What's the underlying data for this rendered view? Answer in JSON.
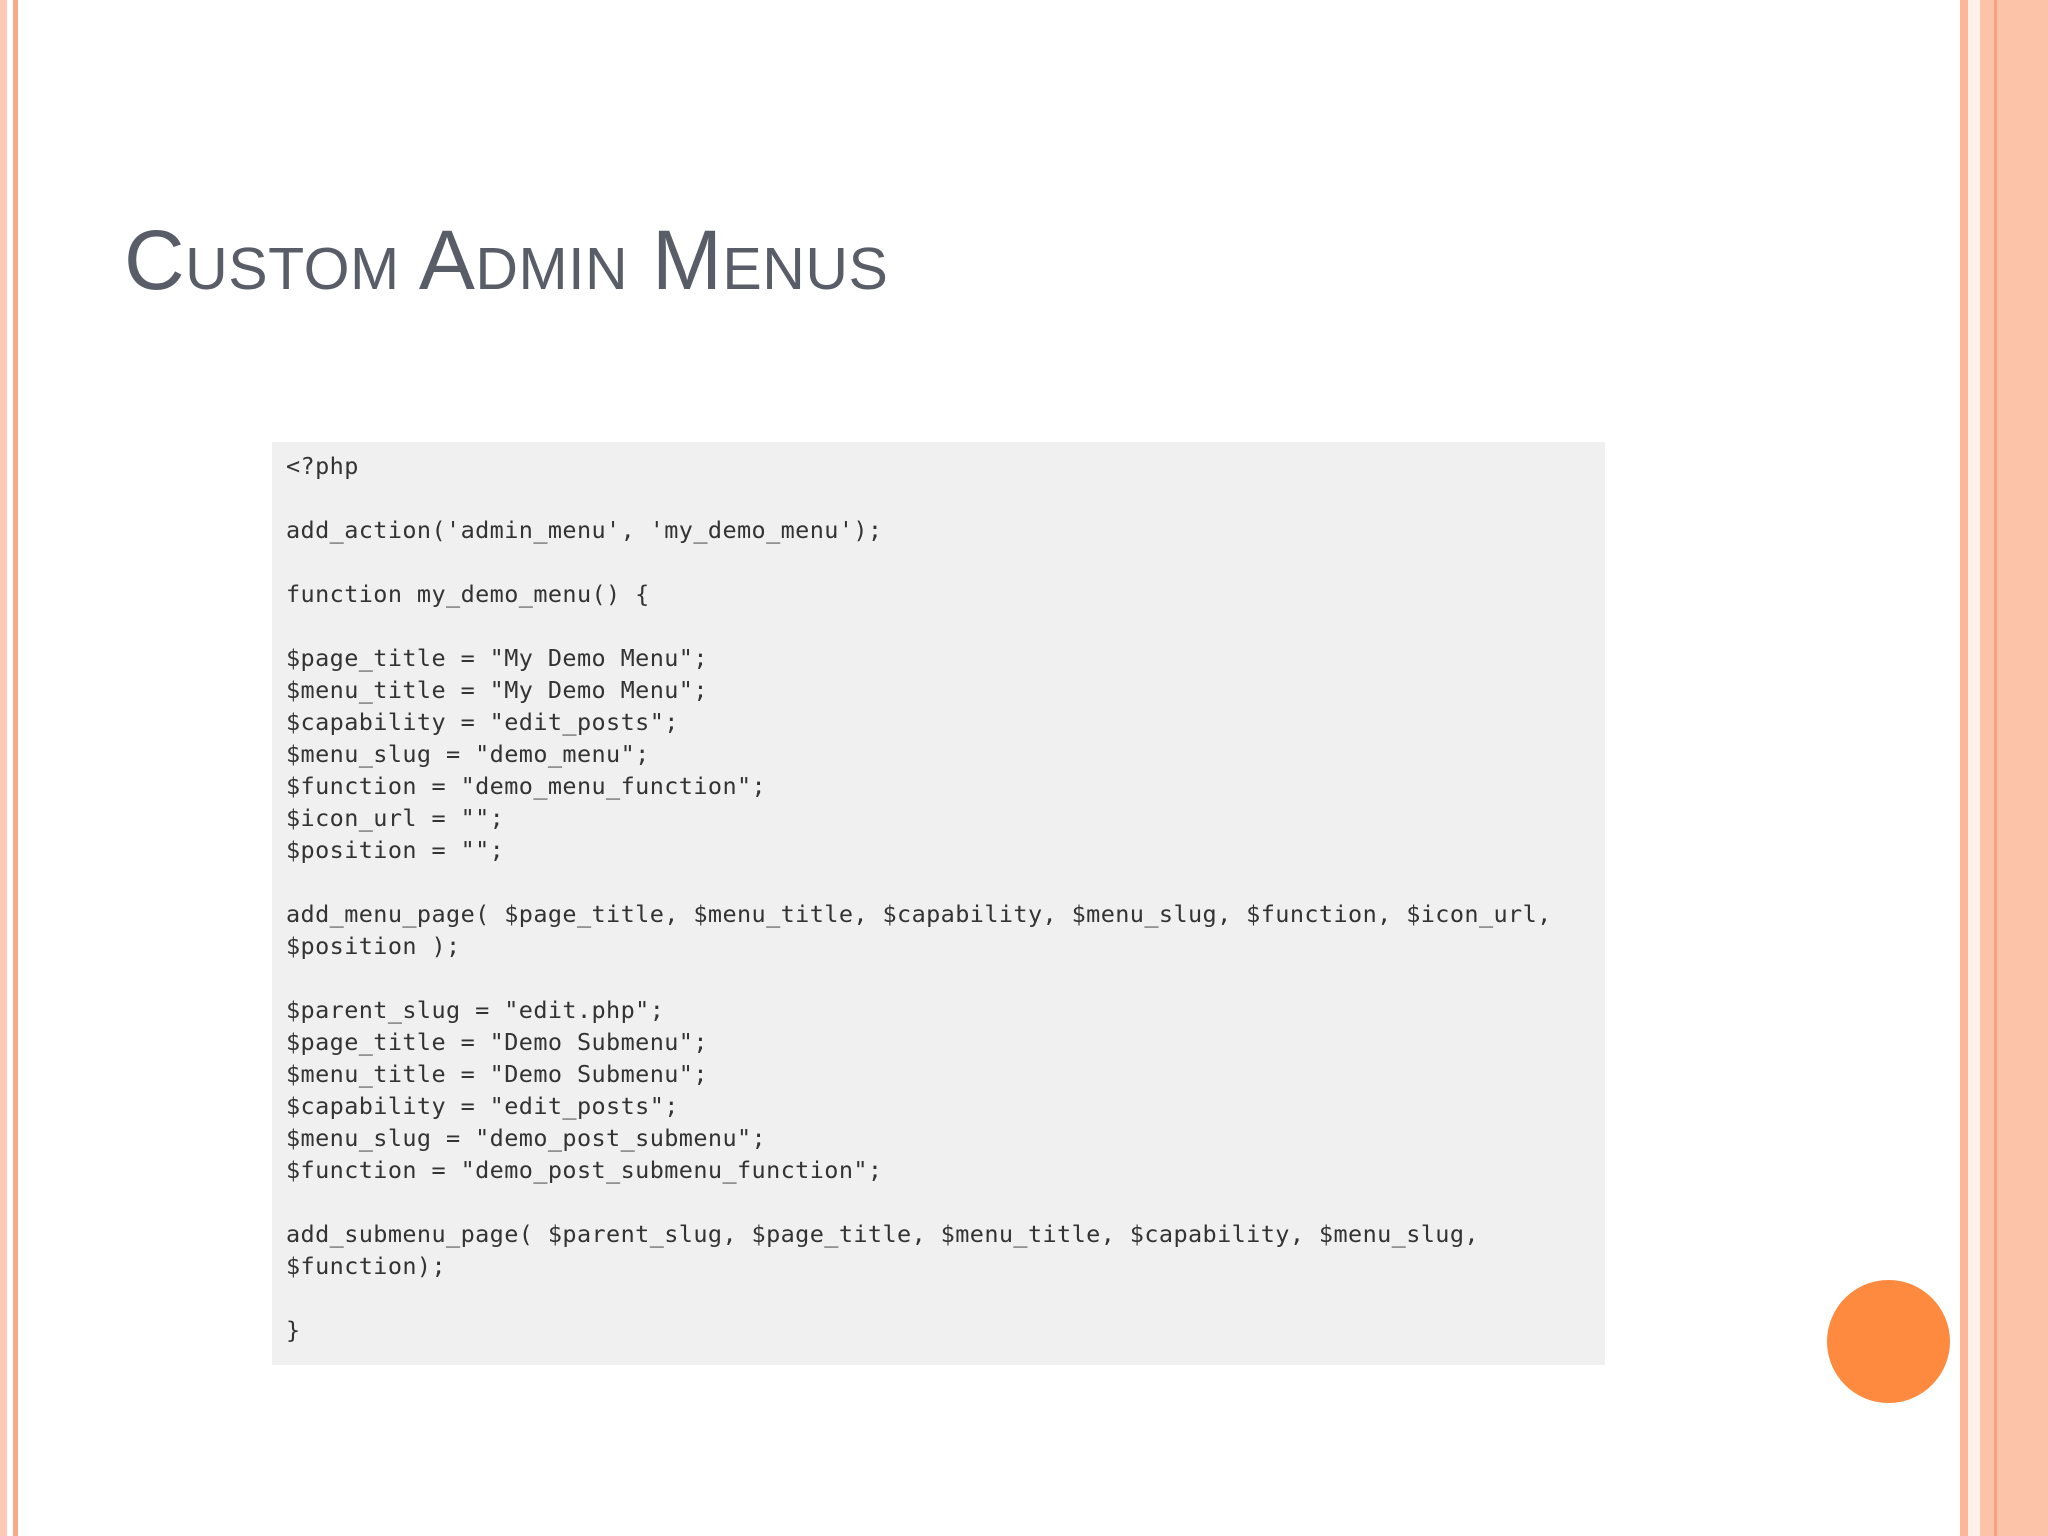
{
  "slide": {
    "title": "Custom Admin Menus"
  },
  "code": {
    "language": "php",
    "lines": [
      "<?php",
      "",
      "add_action('admin_menu', 'my_demo_menu');",
      "",
      "function my_demo_menu() {",
      "",
      "$page_title = \"My Demo Menu\";",
      "$menu_title = \"My Demo Menu\";",
      "$capability = \"edit_posts\";",
      "$menu_slug = \"demo_menu\";",
      "$function = \"demo_menu_function\";",
      "$icon_url = \"\";",
      "$position = \"\";",
      "",
      "add_menu_page( $page_title, $menu_title, $capability, $menu_slug, $function, $icon_url,",
      "$position );",
      "",
      "$parent_slug = \"edit.php\";",
      "$page_title = \"Demo Submenu\";",
      "$menu_title = \"Demo Submenu\";",
      "$capability = \"edit_posts\";",
      "$menu_slug = \"demo_post_submenu\";",
      "$function = \"demo_post_submenu_function\";",
      "",
      "add_submenu_page( $parent_slug, $page_title, $menu_title, $capability, $menu_slug,",
      "$function);",
      "",
      "}"
    ]
  },
  "colors": {
    "title": "#585d68",
    "code_background": "#f0f0f0",
    "code_text": "#333333",
    "accent_orange": "#fd8a3f",
    "border_peach": "#fdc3a8"
  }
}
